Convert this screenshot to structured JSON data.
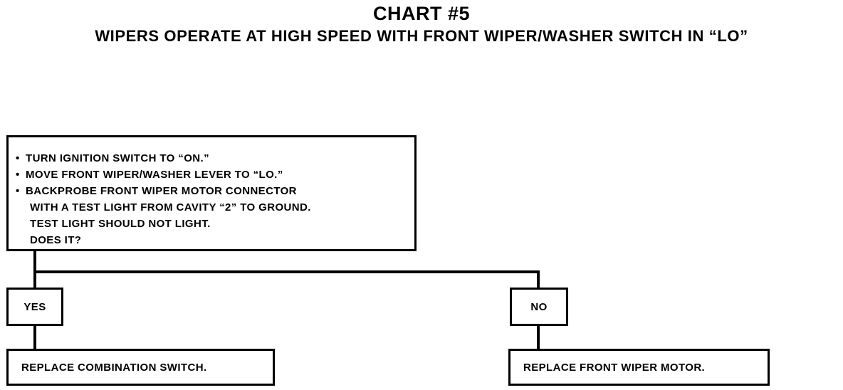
{
  "header": {
    "title": "CHART #5",
    "subtitle": "WIPERS OPERATE AT HIGH SPEED WITH FRONT WIPER/WASHER SWITCH IN “LO”"
  },
  "start_step": {
    "bullet": "•",
    "lines": [
      "TURN IGNITION SWITCH TO “ON.”",
      "MOVE FRONT WIPER/WASHER LEVER TO “LO.”",
      "BACKPROBE FRONT WIPER MOTOR CONNECTOR",
      "WITH A TEST LIGHT FROM CAVITY “2” TO GROUND.",
      "TEST LIGHT SHOULD NOT LIGHT.",
      "DOES IT?"
    ]
  },
  "branches": {
    "yes": {
      "label": "YES",
      "result": "REPLACE COMBINATION SWITCH."
    },
    "no": {
      "label": "NO",
      "result": "REPLACE FRONT WIPER MOTOR."
    }
  }
}
